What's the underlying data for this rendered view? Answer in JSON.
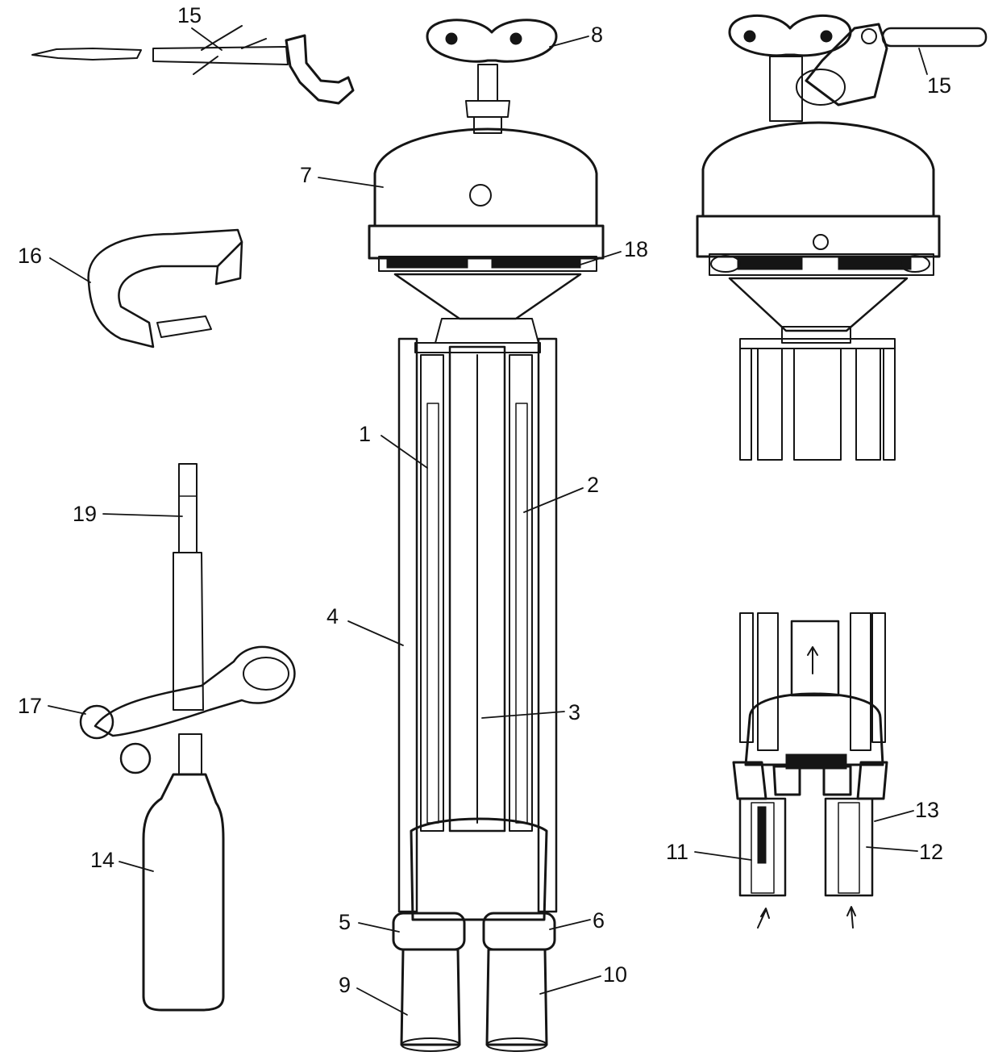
{
  "figure": {
    "callouts": [
      {
        "id": "c1",
        "text": "1"
      },
      {
        "id": "c2",
        "text": "2"
      },
      {
        "id": "c3",
        "text": "3"
      },
      {
        "id": "c4",
        "text": "4"
      },
      {
        "id": "c5",
        "text": "5"
      },
      {
        "id": "c6",
        "text": "6"
      },
      {
        "id": "c7",
        "text": "7"
      },
      {
        "id": "c8",
        "text": "8"
      },
      {
        "id": "c9",
        "text": "9"
      },
      {
        "id": "c10",
        "text": "10"
      },
      {
        "id": "c11",
        "text": "11"
      },
      {
        "id": "c12",
        "text": "12"
      },
      {
        "id": "c13",
        "text": "13"
      },
      {
        "id": "c14",
        "text": "14"
      },
      {
        "id": "c15a",
        "text": "15"
      },
      {
        "id": "c15b",
        "text": "15"
      },
      {
        "id": "c16",
        "text": "16"
      },
      {
        "id": "c17",
        "text": "17"
      },
      {
        "id": "c18",
        "text": "18"
      },
      {
        "id": "c19",
        "text": "19"
      }
    ]
  }
}
